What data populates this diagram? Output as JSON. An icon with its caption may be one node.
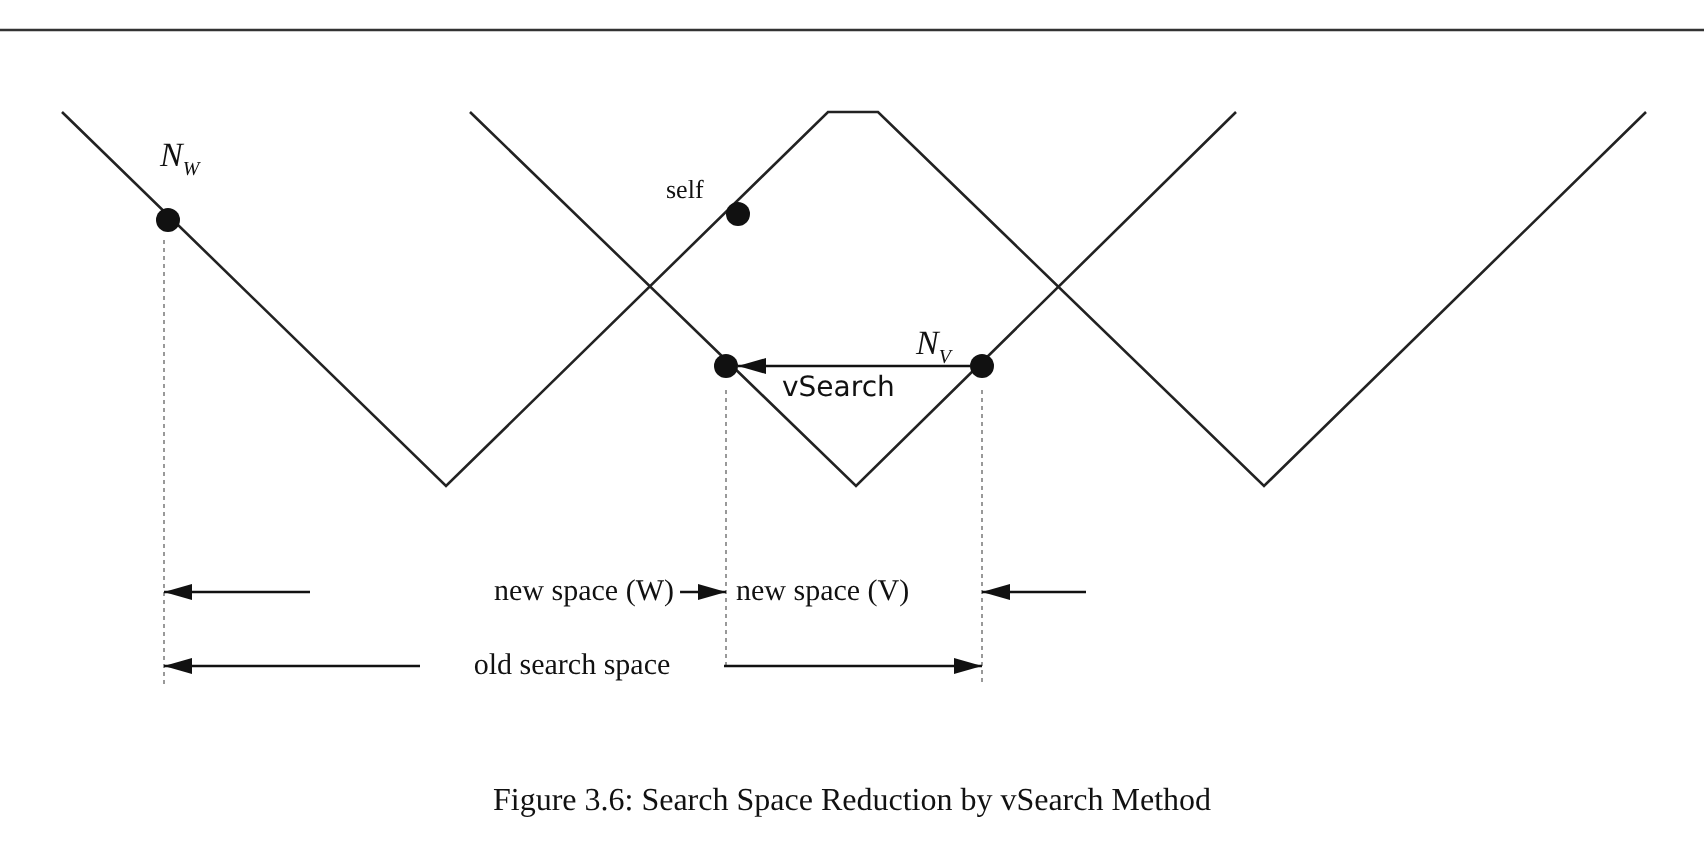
{
  "diagram": {
    "caption": "Figure 3.6: Search Space Reduction by vSearch Method",
    "nodes": [
      {
        "text": [],
        "shape": "circle",
        "beside": [
          "N$_{W}$"
        ]
      },
      {
        "text": [],
        "shape": "circle",
        "beside": [
          "self"
        ]
      },
      {
        "text": [],
        "shape": "circle"
      },
      {
        "text": [],
        "shape": "circle",
        "beside": [
          "N$_{V}$"
        ]
      }
    ],
    "edges": [
      {
        "from": 3,
        "to": 2,
        "arrow": "to",
        "label": "vSearch"
      }
    ],
    "labels": [
      "new space (W)",
      "new space (V)",
      "old search space"
    ]
  }
}
